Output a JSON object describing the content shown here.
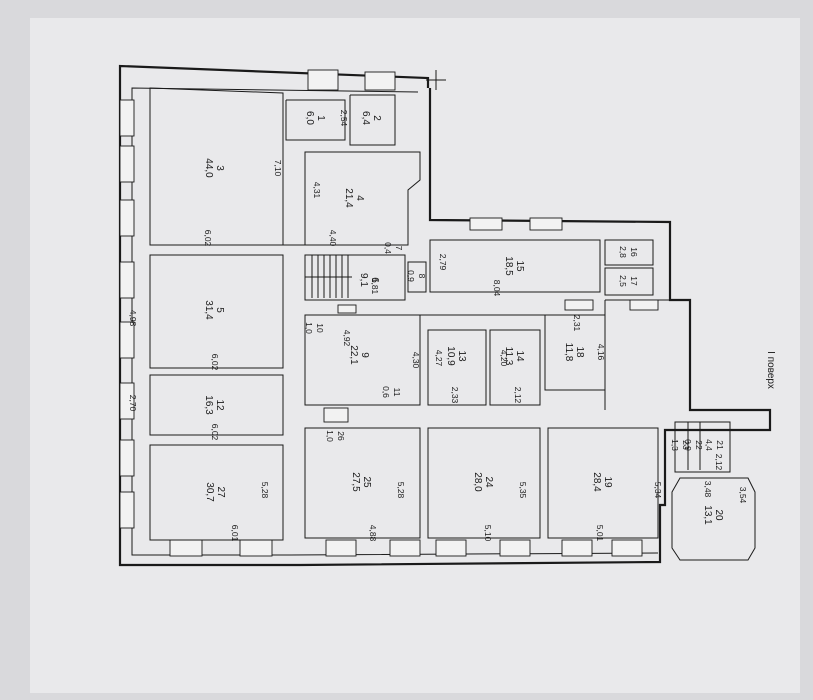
{
  "floor_title": "I поверх",
  "rooms": [
    {
      "id": "r1",
      "number": "1",
      "area": "6,0"
    },
    {
      "id": "r2",
      "number": "2",
      "area": "6,4"
    },
    {
      "id": "r3",
      "number": "3",
      "area": "44,0"
    },
    {
      "id": "r4",
      "number": "4",
      "area": "21,4"
    },
    {
      "id": "r5",
      "number": "5",
      "area": "31,4"
    },
    {
      "id": "r6",
      "number": "6",
      "area": "9,1"
    },
    {
      "id": "r7",
      "number": "7",
      "area": "0,4"
    },
    {
      "id": "r8",
      "number": "8",
      "area": "0,9"
    },
    {
      "id": "r9",
      "number": "9",
      "area": "22,1"
    },
    {
      "id": "r10",
      "number": "10",
      "area": "1,0"
    },
    {
      "id": "r11",
      "number": "11",
      "area": "0,6"
    },
    {
      "id": "r12",
      "number": "12",
      "area": "16,3"
    },
    {
      "id": "r13",
      "number": "13",
      "area": "10,9"
    },
    {
      "id": "r14",
      "number": "14",
      "area": "11,3"
    },
    {
      "id": "r15",
      "number": "15",
      "area": "18,5"
    },
    {
      "id": "r16",
      "number": "16",
      "area": "2,8"
    },
    {
      "id": "r17",
      "number": "17",
      "area": "2,5"
    },
    {
      "id": "r18",
      "number": "18",
      "area": "11,8"
    },
    {
      "id": "r19",
      "number": "19",
      "area": "28,4"
    },
    {
      "id": "r20",
      "number": "20",
      "area": "13,1"
    },
    {
      "id": "r21",
      "number": "21",
      "area": "4,4"
    },
    {
      "id": "r22",
      "number": "22",
      "area": "0,9"
    },
    {
      "id": "r23",
      "number": "23",
      "area": "1,3"
    },
    {
      "id": "r24",
      "number": "24",
      "area": "28,0"
    },
    {
      "id": "r25",
      "number": "25",
      "area": "27,5"
    },
    {
      "id": "r26",
      "number": "26",
      "area": "1,0"
    },
    {
      "id": "r27",
      "number": "27",
      "area": "30,7"
    }
  ],
  "dimensions": [
    "2,54",
    "7,10",
    "4,31",
    "6,02",
    "4,40",
    "4,98",
    "6,02",
    "1,81",
    "2,79",
    "8,04",
    "4,92",
    "4,30",
    "4,27",
    "4,20",
    "4,16",
    "2,31",
    "2,33",
    "2,12",
    "2,70",
    "6,02",
    "5,28",
    "5,28",
    "5,35",
    "5,34",
    "6,01",
    "4,88",
    "5,10",
    "5,01",
    "3,48",
    "3,54",
    "2,12"
  ]
}
